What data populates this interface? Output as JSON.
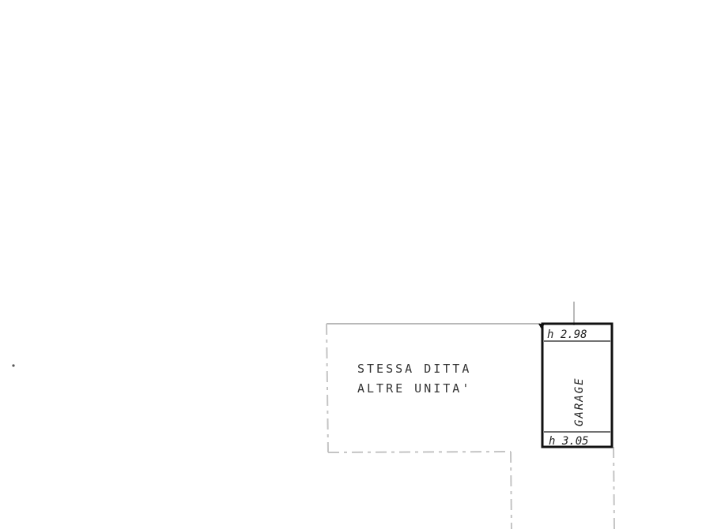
{
  "neighbor_room": {
    "line1": "STESSA DITTA",
    "line2": "ALTRE UNITA'"
  },
  "garage": {
    "label": "GARAGE",
    "height_top": "h 2.98",
    "height_bottom": "h 3.05"
  }
}
